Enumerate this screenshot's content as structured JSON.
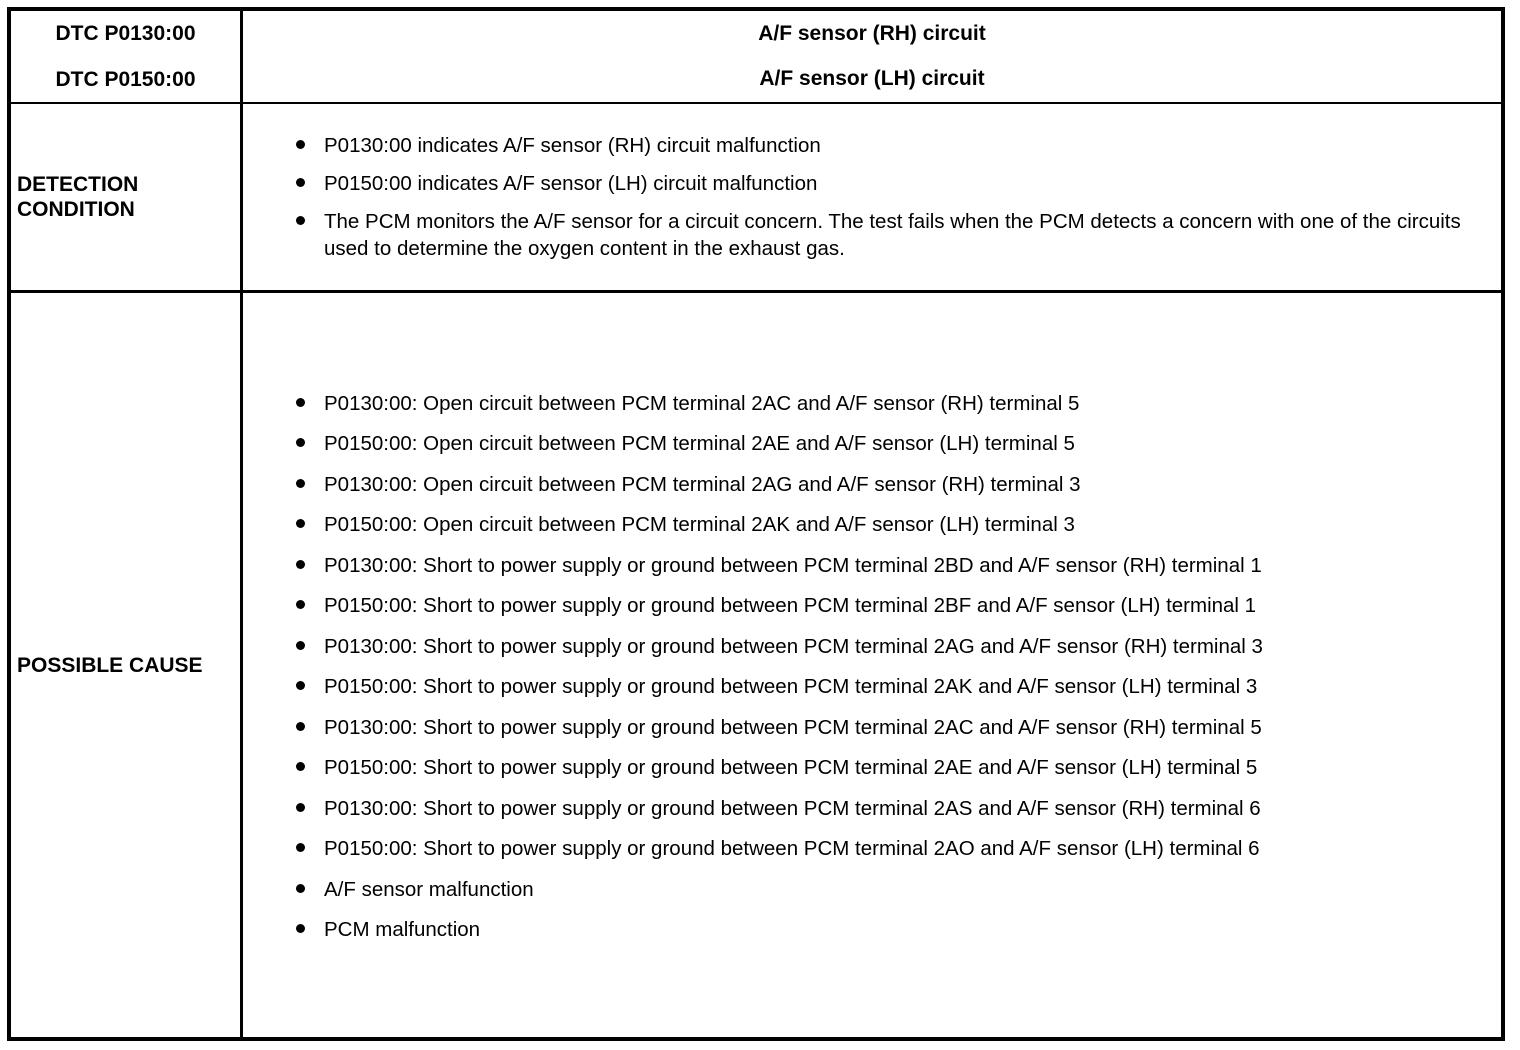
{
  "table": {
    "header": {
      "rows": [
        {
          "dtc_code": "DTC P0130:00",
          "title": "A/F sensor (RH) circuit"
        },
        {
          "dtc_code": "DTC P0150:00",
          "title": "A/F sensor (LH) circuit"
        }
      ]
    },
    "sections": [
      {
        "label": "DETECTION CONDITION",
        "bullets": [
          "P0130:00 indicates A/F sensor (RH) circuit malfunction",
          "P0150:00 indicates A/F sensor (LH) circuit malfunction",
          "The PCM monitors the A/F sensor for a circuit concern. The test fails when the PCM detects a concern with one of the circuits used to determine the oxygen content in the exhaust gas."
        ]
      },
      {
        "label": "POSSIBLE CAUSE",
        "bullets": [
          "P0130:00: Open circuit between PCM terminal 2AC and A/F sensor (RH) terminal 5",
          "P0150:00: Open circuit between PCM terminal 2AE and A/F sensor (LH) terminal 5",
          "P0130:00: Open circuit between PCM terminal 2AG and A/F sensor (RH) terminal 3",
          "P0150:00: Open circuit between PCM terminal 2AK and A/F sensor (LH) terminal 3",
          "P0130:00: Short to power supply or ground between PCM terminal 2BD and A/F sensor (RH) terminal 1",
          "P0150:00: Short to power supply or ground between PCM terminal 2BF and A/F sensor (LH) terminal 1",
          "P0130:00: Short to power supply or ground between PCM terminal 2AG and A/F sensor (RH) terminal 3",
          "P0150:00: Short to power supply or ground between PCM terminal 2AK and A/F sensor (LH) terminal 3",
          "P0130:00: Short to power supply or ground between PCM terminal 2AC and A/F sensor (RH) terminal 5",
          "P0150:00: Short to power supply or ground between PCM terminal 2AE and A/F sensor (LH) terminal 5",
          "P0130:00: Short to power supply or ground between PCM terminal 2AS and A/F sensor (RH) terminal 6",
          "P0150:00: Short to power supply or ground between PCM terminal 2AO and A/F sensor (LH) terminal 6",
          "A/F sensor malfunction",
          "PCM malfunction"
        ]
      }
    ]
  },
  "colors": {
    "border": "#000000",
    "text": "#000000",
    "background": "#ffffff"
  }
}
